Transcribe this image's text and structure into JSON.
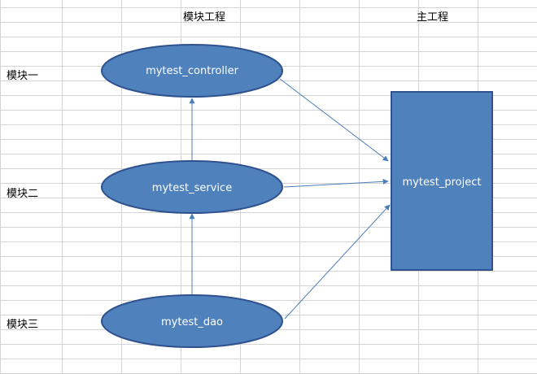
{
  "headers": {
    "module_project": "模块工程",
    "main_project": "主工程"
  },
  "row_labels": {
    "module_one": "模块一",
    "module_two": "模块二",
    "module_three": "模块三"
  },
  "nodes": {
    "controller": "mytest_controller",
    "service": "mytest_service",
    "dao": "mytest_dao",
    "project": "mytest_project"
  },
  "colors": {
    "node_fill": "#4F81BD",
    "node_stroke": "#2F528F",
    "edge": "#4A7EBB",
    "grid": "#D4D4D4"
  }
}
